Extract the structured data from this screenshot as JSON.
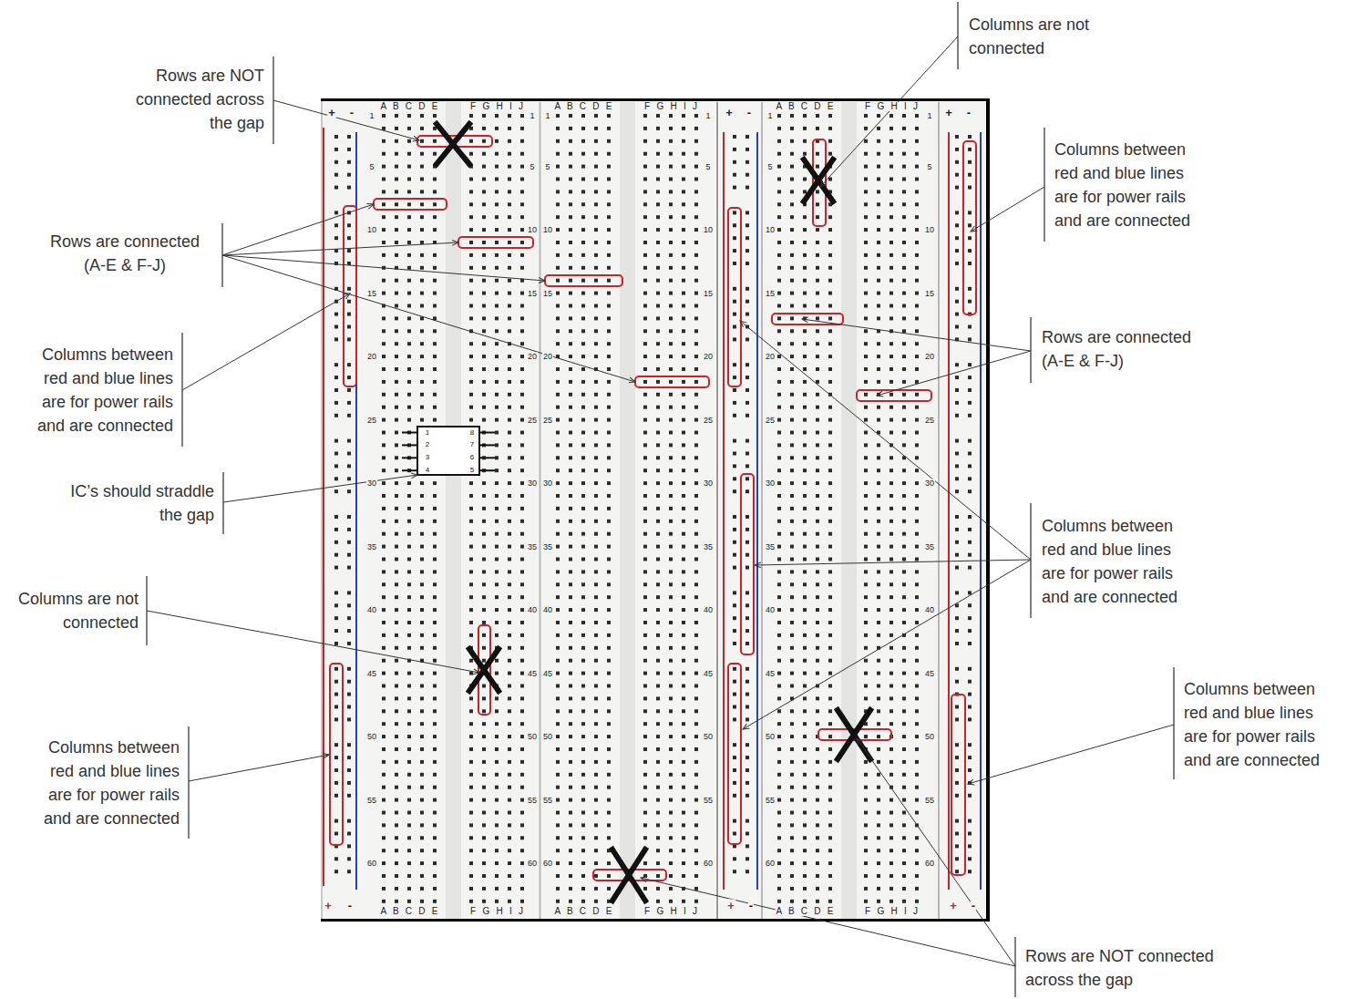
{
  "diagram": {
    "nodes": [
      {
        "text": [
          "1",
          "2",
          "3",
          "4",
          "5",
          "6",
          "7",
          "8"
        ]
      }
    ],
    "labels": [
      "Rows are NOT connected across the gap",
      "Rows are connected (A-E & F-J)",
      "Columns between red and blue lines are for power rails and are connected",
      "IC’s should straddle the gap",
      "Columns are not connected",
      "Columns between red and blue lines are for power rails and are connected",
      "Columns are not connected",
      "Columns between red and blue lines are for power rails and are connected",
      "Rows are connected (A-E & F-J)",
      "Columns between red and blue lines are for power rails and are connected",
      "Columns between red and blue lines are for power rails and are connected",
      "Rows are NOT connected across the gap",
      "A B C D E",
      "F G H I J",
      "A B C D E",
      "F G H I J",
      "A B C D E",
      "F G H I J",
      "A B C D E",
      "F G H I J",
      "A B C D E",
      "F G H I J",
      "A B C D E",
      "F G H I J",
      "+",
      "-",
      "+",
      "-",
      "+",
      "-",
      "+",
      "-",
      "+",
      "-",
      "+",
      "-",
      "1",
      "5",
      "10",
      "15",
      "20",
      "25",
      "30",
      "35",
      "40",
      "45",
      "50",
      "55",
      "60",
      "1",
      "5",
      "10",
      "15",
      "20",
      "25",
      "30",
      "35",
      "40",
      "45",
      "50",
      "55",
      "60",
      "1",
      "5",
      "10",
      "15",
      "20",
      "25",
      "30",
      "35",
      "40",
      "45",
      "50",
      "55",
      "60",
      "1",
      "5",
      "10",
      "15",
      "20",
      "25",
      "30",
      "35",
      "40",
      "45",
      "50",
      "55",
      "60",
      "1",
      "5",
      "10",
      "15",
      "20",
      "25",
      "30",
      "35",
      "40",
      "45",
      "50",
      "55",
      "60",
      "1",
      "5",
      "10",
      "15",
      "20",
      "25",
      "30",
      "35",
      "40",
      "45",
      "50",
      "55",
      "60"
    ]
  }
}
